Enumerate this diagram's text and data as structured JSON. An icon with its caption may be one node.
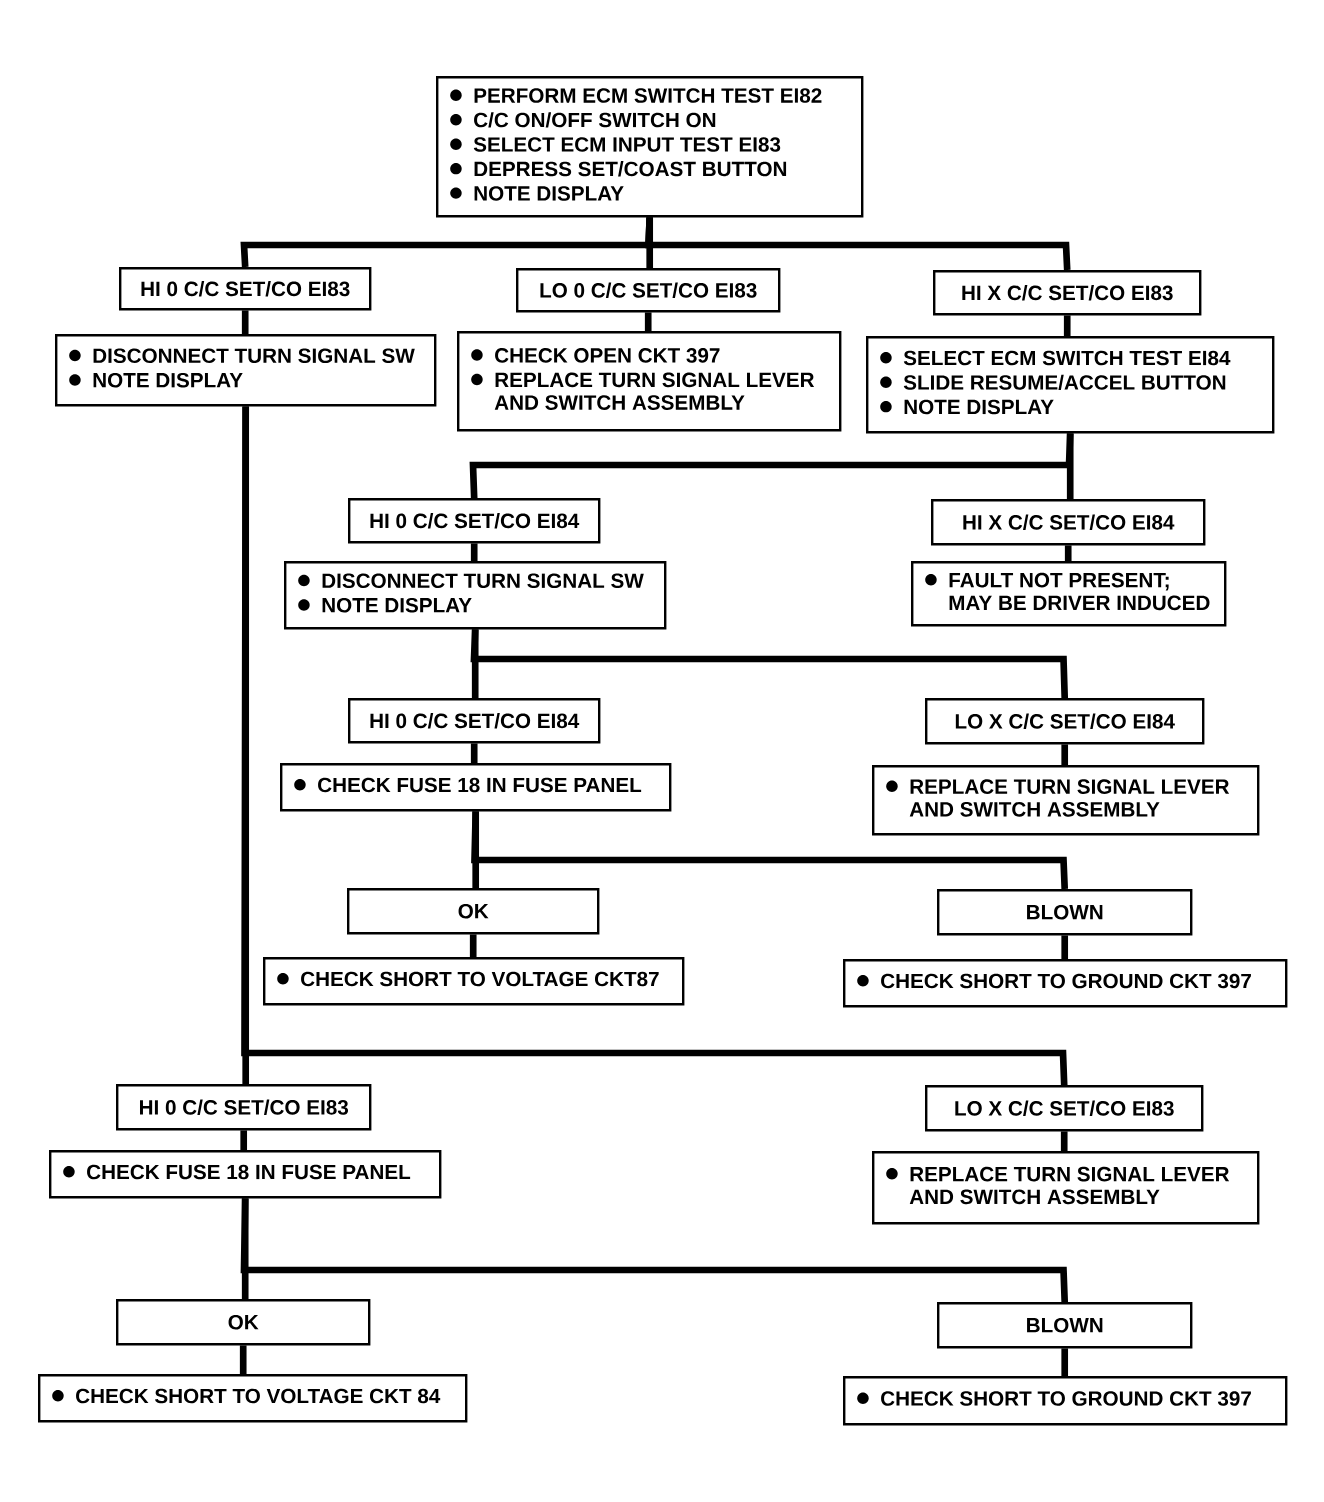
{
  "diagram": {
    "nodes": [
      {
        "text": [
          "PERFORM ECM SWITCH TEST EI82",
          "C/C ON/OFF SWITCH ON",
          "SELECT ECM INPUT TEST EI83",
          "DEPRESS SET/COAST BUTTON",
          "NOTE DISPLAY"
        ]
      },
      {
        "text": [
          "HI 0 C/C SET/CO EI83"
        ]
      },
      {
        "text": [
          "LO 0 C/C SET/CO EI83"
        ]
      },
      {
        "text": [
          "HI X C/C SET/CO EI83"
        ]
      },
      {
        "text": [
          "DISCONNECT TURN SIGNAL SW",
          "NOTE DISPLAY"
        ]
      },
      {
        "text": [
          "CHECK OPEN CKT 397",
          "REPLACE TURN SIGNAL LEVER AND SWITCH ASSEMBLY"
        ]
      },
      {
        "text": [
          "SELECT ECM SWITCH TEST EI84",
          "SLIDE RESUME/ACCEL BUTTON",
          "NOTE DISPLAY"
        ]
      },
      {
        "text": [
          "HI 0 C/C SET/CO EI84"
        ]
      },
      {
        "text": [
          "HI X C/C SET/CO EI84"
        ]
      },
      {
        "text": [
          "DISCONNECT TURN SIGNAL SW",
          "NOTE DISPLAY"
        ]
      },
      {
        "text": [
          "FAULT NOT PRESENT; MAY BE DRIVER INDUCED"
        ]
      },
      {
        "text": [
          "HI 0 C/C SET/CO EI84"
        ]
      },
      {
        "text": [
          "LO X C/C SET/CO EI84"
        ]
      },
      {
        "text": [
          "CHECK FUSE 18 IN FUSE PANEL"
        ]
      },
      {
        "text": [
          "REPLACE TURN SIGNAL LEVER AND SWITCH ASSEMBLY"
        ]
      },
      {
        "text": [
          "OK"
        ]
      },
      {
        "text": [
          "BLOWN"
        ]
      },
      {
        "text": [
          "CHECK SHORT TO VOLTAGE CKT87"
        ]
      },
      {
        "text": [
          "CHECK SHORT TO GROUND CKT 397"
        ]
      },
      {
        "text": [
          "HI 0 C/C SET/CO EI83"
        ]
      },
      {
        "text": [
          "LO X C/C SET/CO EI83"
        ]
      },
      {
        "text": [
          "CHECK FUSE 18 IN FUSE PANEL"
        ]
      },
      {
        "text": [
          "REPLACE TURN SIGNAL LEVER AND SWITCH ASSEMBLY"
        ]
      },
      {
        "text": [
          "OK"
        ]
      },
      {
        "text": [
          "BLOWN"
        ]
      },
      {
        "text": [
          "CHECK SHORT TO VOLTAGE CKT 84"
        ]
      },
      {
        "text": [
          "CHECK SHORT TO GROUND CKT 397"
        ]
      }
    ],
    "edges": [
      {
        "from": 0,
        "to": 1,
        "arrow": "none"
      },
      {
        "from": 0,
        "to": 2,
        "arrow": "none"
      },
      {
        "from": 0,
        "to": 3,
        "arrow": "none"
      },
      {
        "from": 1,
        "to": 4,
        "arrow": "none"
      },
      {
        "from": 2,
        "to": 5,
        "arrow": "none"
      },
      {
        "from": 3,
        "to": 6,
        "arrow": "none"
      },
      {
        "from": 6,
        "to": 7,
        "arrow": "none"
      },
      {
        "from": 6,
        "to": 8,
        "arrow": "none"
      },
      {
        "from": 7,
        "to": 9,
        "arrow": "none"
      },
      {
        "from": 8,
        "to": 10,
        "arrow": "none"
      },
      {
        "from": 9,
        "to": 11,
        "arrow": "none"
      },
      {
        "from": 9,
        "to": 12,
        "arrow": "none"
      },
      {
        "from": 11,
        "to": 13,
        "arrow": "none"
      },
      {
        "from": 12,
        "to": 14,
        "arrow": "none"
      },
      {
        "from": 13,
        "to": 15,
        "arrow": "none"
      },
      {
        "from": 13,
        "to": 16,
        "arrow": "none"
      },
      {
        "from": 15,
        "to": 17,
        "arrow": "none"
      },
      {
        "from": 16,
        "to": 18,
        "arrow": "none"
      },
      {
        "from": 4,
        "to": 19,
        "arrow": "none"
      },
      {
        "from": 4,
        "to": 20,
        "arrow": "none"
      },
      {
        "from": 19,
        "to": 21,
        "arrow": "none"
      },
      {
        "from": 20,
        "to": 22,
        "arrow": "none"
      },
      {
        "from": 21,
        "to": 23,
        "arrow": "none"
      },
      {
        "from": 21,
        "to": 24,
        "arrow": "none"
      },
      {
        "from": 23,
        "to": 25,
        "arrow": "none"
      },
      {
        "from": 24,
        "to": 26,
        "arrow": "none"
      }
    ]
  }
}
